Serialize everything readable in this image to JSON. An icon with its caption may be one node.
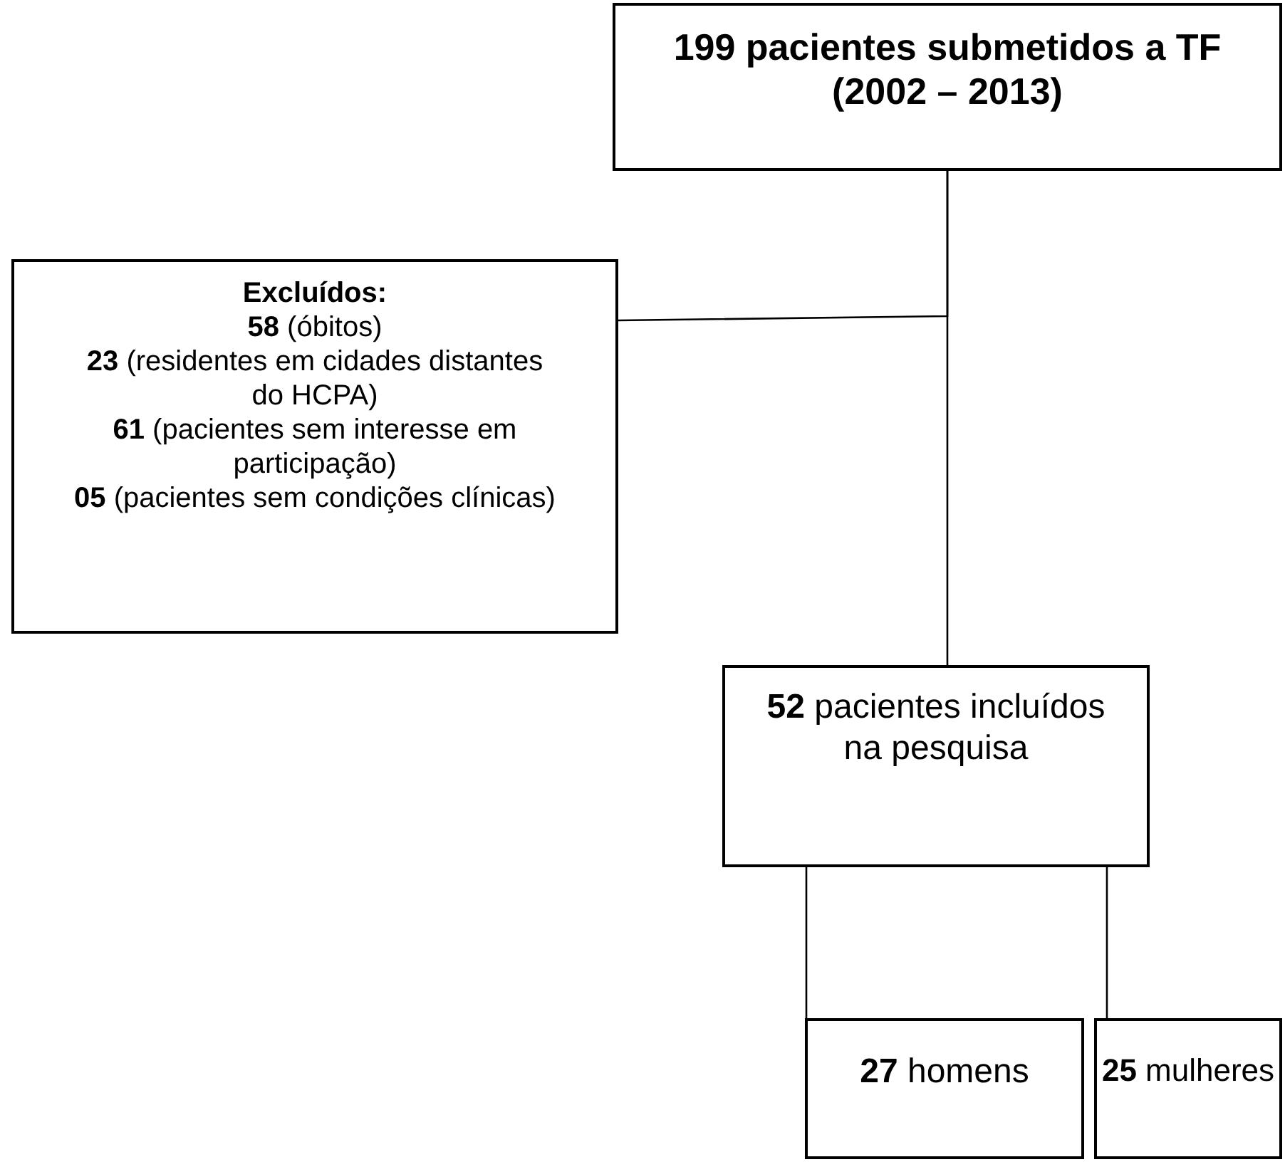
{
  "diagram": {
    "nodes": [
      {
        "text": [
          "199 pacientes submetidos a TF (2002 – 2013)"
        ]
      },
      {
        "text": [
          "Excluídos:",
          "**58** (óbitos)",
          "**23** (residentes em cidades distantes do HCPA)",
          "**61** (pacientes sem interesse em participação)",
          "**05** (pacientes sem condições clínicas)"
        ]
      },
      {
        "text": [
          "**52** pacientes incluídos na pesquisa"
        ]
      },
      {
        "text": [
          "**27** homens"
        ]
      },
      {
        "text": [
          "**25** mulheres"
        ]
      }
    ],
    "edges": [
      {
        "from": 0,
        "to": 1,
        "arrow": "none"
      },
      {
        "from": 0,
        "to": 2,
        "arrow": "none"
      },
      {
        "from": 2,
        "to": 3,
        "arrow": "none"
      },
      {
        "from": 2,
        "to": 4,
        "arrow": "none"
      }
    ]
  }
}
